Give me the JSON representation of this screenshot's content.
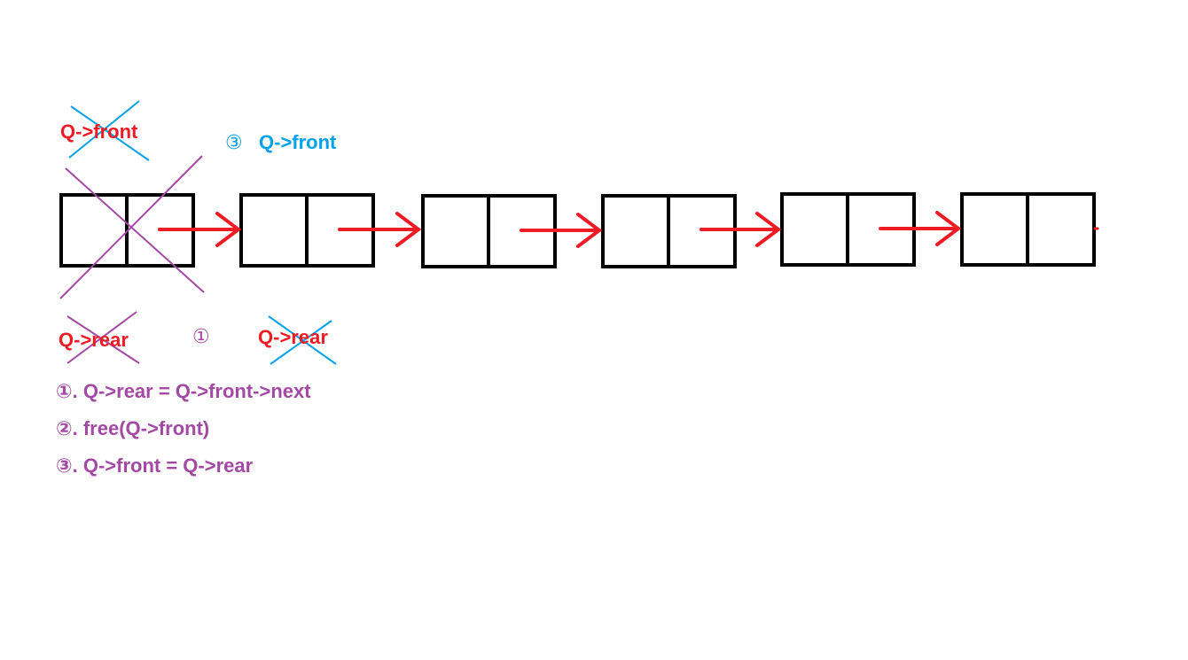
{
  "colors": {
    "box": "#000000",
    "arrow": "#ed1c24",
    "label_red": "#ed1c24",
    "cross_blue": "#00a2e8",
    "cross_purple": "#a349a4",
    "step_purple": "#a349a4"
  },
  "labels": {
    "old_front": "Q->front",
    "new_front_marker": "③",
    "new_front": "Q->front",
    "old_rear": "Q->rear",
    "step1_marker": "①",
    "mid_rear": "Q->rear"
  },
  "steps": [
    "①. Q->rear = Q->front->next",
    "②. free(Q->front)",
    "③. Q->front = Q->rear"
  ],
  "diagram": {
    "node_count": 6,
    "removed_node_index": 0
  }
}
